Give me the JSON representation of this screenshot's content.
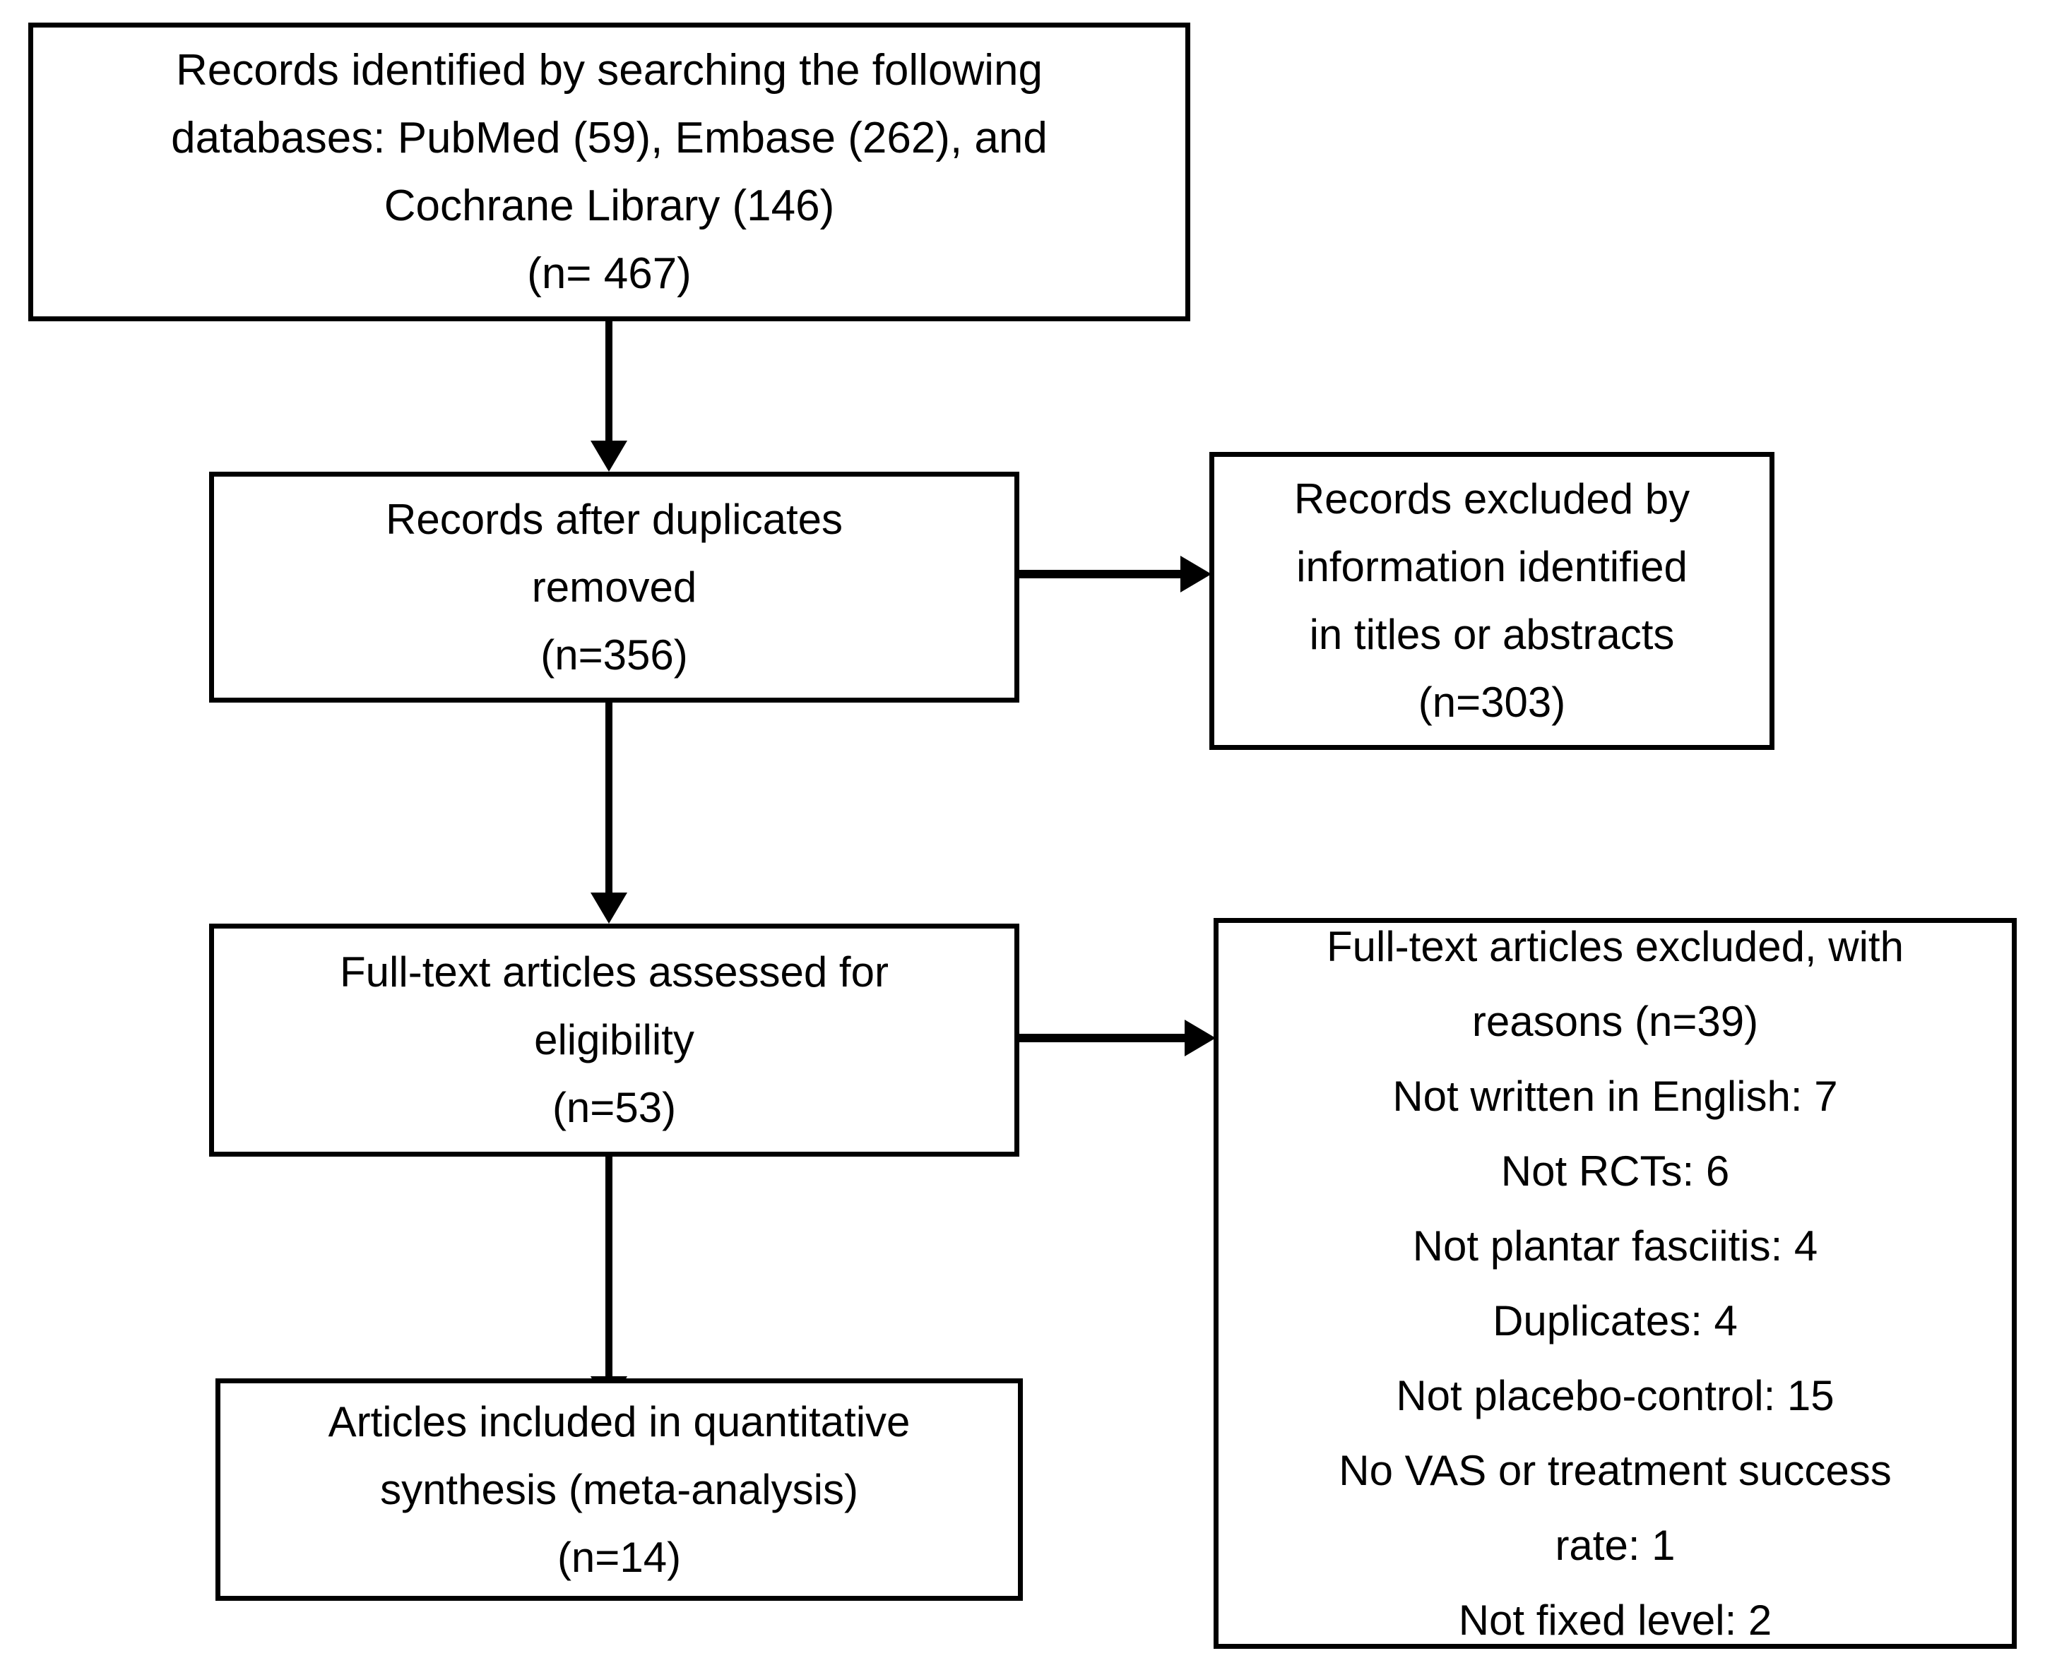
{
  "diagram": {
    "title": "PRISMA study selection flow diagram",
    "type": "prisma-flow-diagram",
    "stroke_color": "#000000",
    "background_color": "#ffffff",
    "boxes": {
      "identification": {
        "name": "records-identified",
        "lines": [
          "Records identified by searching the following",
          "databases: PubMed (59), Embase (262), and",
          "Cochrane Library (146)",
          "(n= 467)"
        ],
        "count": 467,
        "sources": [
          {
            "database": "PubMed",
            "records": 59
          },
          {
            "database": "Embase",
            "records": 262
          },
          {
            "database": "Cochrane Library",
            "records": 146
          }
        ]
      },
      "after_duplicates": {
        "name": "records-after-duplicates-removed",
        "lines": [
          "Records after duplicates",
          "removed",
          "(n=356)"
        ],
        "count": 356
      },
      "excluded_titles": {
        "name": "records-excluded-titles-abstracts",
        "lines": [
          "Records excluded by",
          "information identified",
          "in titles or abstracts",
          "(n=303)"
        ],
        "count": 303
      },
      "fulltext_assessed": {
        "name": "fulltext-articles-assessed",
        "lines": [
          "Full-text articles assessed for",
          "eligibility",
          "(n=53)"
        ],
        "count": 53
      },
      "fulltext_excluded": {
        "name": "fulltext-articles-excluded-with-reasons",
        "lines": [
          "Full-text articles excluded, with",
          "reasons (n=39)",
          "Not written in English: 7",
          "Not RCTs: 6",
          "Not plantar fasciitis: 4",
          "Duplicates: 4",
          "Not placebo-control: 15",
          "No VAS or treatment success",
          "rate: 1",
          "Not fixed level: 2"
        ],
        "count": 39,
        "reasons": [
          {
            "reason": "Not written in English",
            "count": 7
          },
          {
            "reason": "Not RCTs",
            "count": 6
          },
          {
            "reason": "Not plantar fasciitis",
            "count": 4
          },
          {
            "reason": "Duplicates",
            "count": 4
          },
          {
            "reason": "Not placebo-control",
            "count": 15
          },
          {
            "reason": "No VAS or treatment success rate",
            "count": 1
          },
          {
            "reason": "Not fixed level",
            "count": 2
          }
        ]
      },
      "included_synthesis": {
        "name": "articles-included-quantitative-synthesis",
        "lines": [
          "Articles included in quantitative",
          "synthesis (meta-analysis)",
          "(n=14)"
        ],
        "count": 14
      }
    },
    "connectors": [
      {
        "name": "arrow-identification-to-after-duplicates",
        "direction": "down"
      },
      {
        "name": "arrow-after-duplicates-to-excluded-titles",
        "direction": "right"
      },
      {
        "name": "arrow-after-duplicates-to-fulltext-assessed",
        "direction": "down"
      },
      {
        "name": "arrow-fulltext-assessed-to-fulltext-excluded",
        "direction": "right"
      },
      {
        "name": "arrow-fulltext-assessed-to-included-synthesis",
        "direction": "down"
      }
    ]
  }
}
